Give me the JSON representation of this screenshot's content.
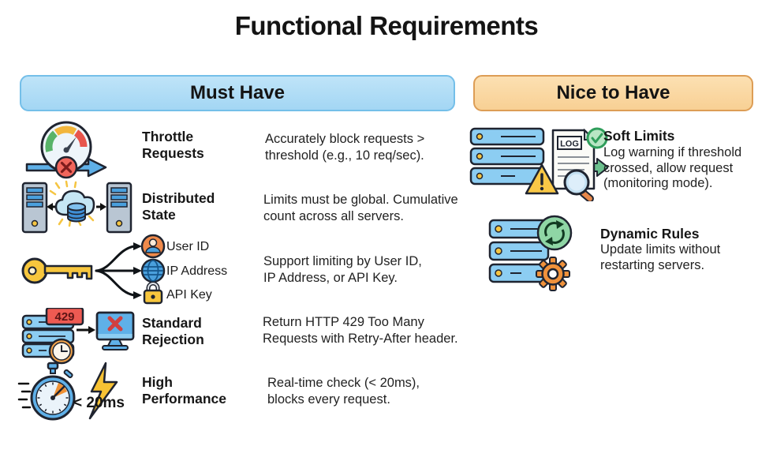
{
  "title": "Functional Requirements",
  "must_have": {
    "header": "Must Have",
    "rows": [
      {
        "icon": "speedometer-block-icon",
        "label": "Throttle\nRequests",
        "desc": "Accurately block requests >\nthreshold (e.g., 10 req/sec)."
      },
      {
        "icon": "distributed-servers-icon",
        "label": "Distributed\nState",
        "desc": "Limits must be global. Cumulative\ncount across all servers."
      },
      {
        "icon": "key-identifiers-icon",
        "label": "",
        "desc": "Support limiting by User ID,\nIP Address, or API Key.",
        "targets": [
          {
            "icon": "user-icon",
            "label": "User ID"
          },
          {
            "icon": "globe-icon",
            "label": "IP Address"
          },
          {
            "icon": "lock-icon",
            "label": "API Key"
          }
        ]
      },
      {
        "icon": "server-429-monitor-icon",
        "label": "Standard\nRejection",
        "desc": "Return HTTP 429 Too Many\nRequests with Retry-After header.",
        "badge": "429"
      },
      {
        "icon": "stopwatch-lightning-icon",
        "label": "High\nPerformance",
        "desc": "Real-time check (< 20ms),\nblocks every request.",
        "badge": "< 20ms"
      }
    ]
  },
  "nice_to_have": {
    "header": "Nice to Have",
    "rows": [
      {
        "icon": "server-log-check-icon",
        "label": "Soft Limits",
        "desc": "Log warning if threshold\ncrossed, allow request\n(monitoring mode).",
        "badge": "LOG"
      },
      {
        "icon": "server-refresh-gear-icon",
        "label": "Dynamic Rules",
        "desc": "Update limits without\nrestarting servers."
      }
    ]
  },
  "colors": {
    "must_header_bg": "#aedcf7",
    "must_header_border": "#74bfe9",
    "nice_header_bg": "#fbd9a4",
    "nice_header_border": "#dd9d55",
    "accent_blue": "#5fb0e8",
    "server_blue": "#8ccdf2",
    "accent_yellow": "#f5c542",
    "accent_red": "#ee5a52",
    "accent_green": "#6cc08e",
    "accent_orange": "#f0923b",
    "outline": "#1f2430"
  }
}
